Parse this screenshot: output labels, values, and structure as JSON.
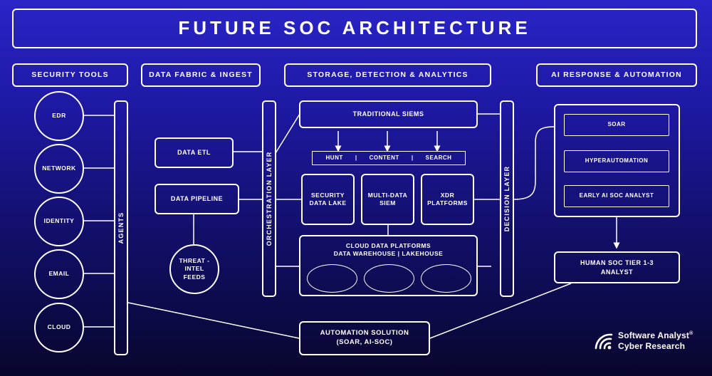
{
  "title": "FUTURE SOC ARCHITECTURE",
  "headers": {
    "security_tools": "SECURITY TOOLS",
    "data_fabric": "DATA FABRIC & INGEST",
    "storage": "STORAGE, DETECTION & ANALYTICS",
    "ai_response": "AI RESPONSE & AUTOMATION"
  },
  "security_tools": [
    "EDR",
    "NETWORK",
    "IDENTITY",
    "EMAIL",
    "CLOUD"
  ],
  "layers": {
    "agents": "AGENTS",
    "orchestration": "ORCHESTRATION LAYER",
    "decision": "DECISION LAYER"
  },
  "data_fabric": {
    "data_etl": "DATA ETL",
    "data_pipeline": "DATA PIPELINE",
    "threat_intel": [
      "THREAT -",
      "INTEL",
      "FEEDS"
    ]
  },
  "storage": {
    "traditional_siems": "TRADITIONAL SIEMS",
    "hunt": "HUNT",
    "sep": "|",
    "content": "CONTENT",
    "search": "SEARCH",
    "security_data_lake": [
      "SECURITY",
      "DATA LAKE"
    ],
    "multi_data_siem": [
      "MULTI-DATA",
      "SIEM"
    ],
    "xdr_platforms": [
      "XDR",
      "PLATFORMS"
    ],
    "cloud_platforms": [
      "CLOUD DATA PLATFORMS",
      "DATA WAREHOUSE | LAKEHOUSE"
    ]
  },
  "ai_response": {
    "soar": "SOAR",
    "hyperautomation": "HYPERAUTOMATION",
    "early_ai": "EARLY AI SOC ANALYST",
    "human_soc": [
      "HUMAN SOC TIER 1-3",
      "ANALYST"
    ]
  },
  "automation_solution": [
    "AUTOMATION SOLUTION",
    "(SOAR, AI-SOC)"
  ],
  "brand": {
    "line1": "Software Analyst",
    "trademark": "®",
    "line2": "Cyber Research",
    "logo_icon": "wifi-signal-icon"
  },
  "colors": {
    "background_top": "#2a24c8",
    "background_bottom": "#07062c",
    "stroke": "#ffffff"
  }
}
